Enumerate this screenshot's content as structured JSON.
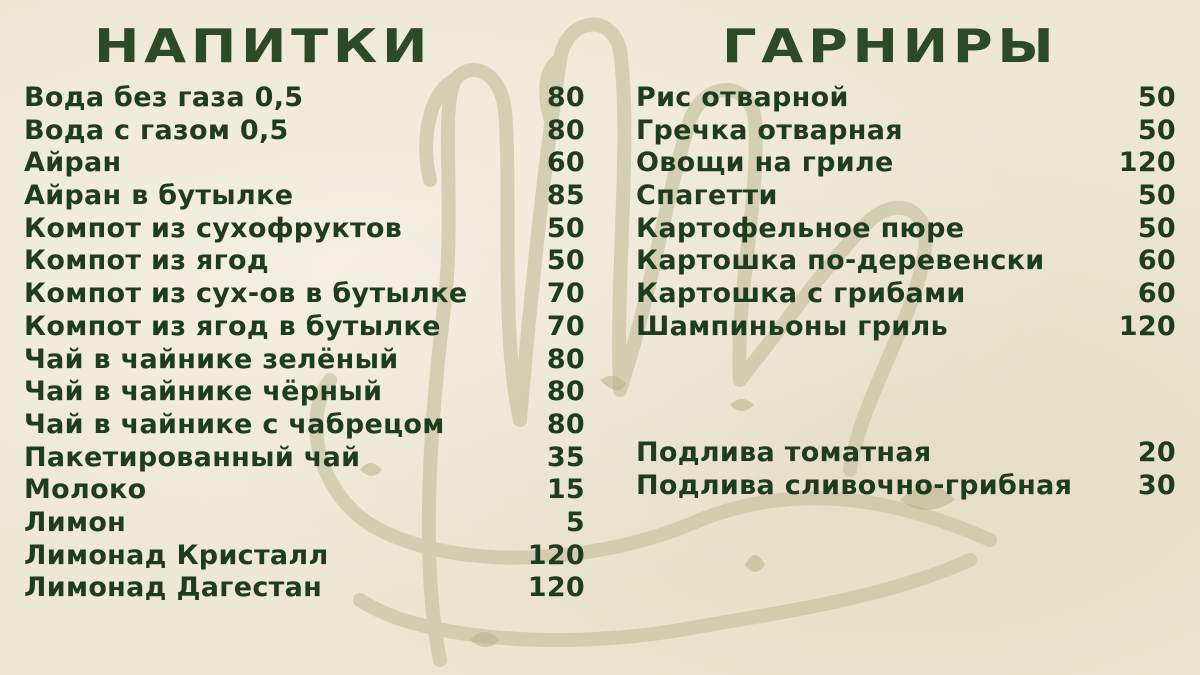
{
  "drinks": {
    "title": "НАПИТКИ",
    "items": [
      {
        "name": "Вода без газа 0,5",
        "price": "80"
      },
      {
        "name": "Вода с газом 0,5",
        "price": "80"
      },
      {
        "name": "Айран",
        "price": "60"
      },
      {
        "name": "Айран в бутылке",
        "price": "85"
      },
      {
        "name": "Компот из сухофруктов",
        "price": "50"
      },
      {
        "name": "Компот из ягод",
        "price": "50"
      },
      {
        "name": "Компот из сух-ов в бутылке",
        "price": "70"
      },
      {
        "name": "Компот из ягод в бутылке",
        "price": "70"
      },
      {
        "name": "Чай в чайнике зелёный",
        "price": "80"
      },
      {
        "name": "Чай в чайнике чёрный",
        "price": "80"
      },
      {
        "name": "Чай в чайнике с чабрецом",
        "price": "80"
      },
      {
        "name": "Пакетированный чай",
        "price": "35"
      },
      {
        "name": "Молоко",
        "price": "15"
      },
      {
        "name": "Лимон",
        "price": "5"
      },
      {
        "name": "Лимонад Кристалл",
        "price": "120"
      },
      {
        "name": "Лимонад Дагестан",
        "price": "120"
      }
    ]
  },
  "sides": {
    "title": "ГАРНИРЫ",
    "items": [
      {
        "name": "Рис отварной",
        "price": "50"
      },
      {
        "name": "Гречка отварная",
        "price": "50"
      },
      {
        "name": "Овощи на гриле",
        "price": "120"
      },
      {
        "name": "Спагетти",
        "price": "50"
      },
      {
        "name": "Картофельное пюре",
        "price": "50"
      },
      {
        "name": "Картошка по-деревенски",
        "price": "60"
      },
      {
        "name": "Картошка с грибами",
        "price": "60"
      },
      {
        "name": "Шампиньоны гриль",
        "price": "120"
      }
    ]
  },
  "sauces": {
    "items": [
      {
        "name": "Подлива томатная",
        "price": "20"
      },
      {
        "name": "Подлива сливочно-грибная",
        "price": "30"
      }
    ]
  },
  "colors": {
    "heading": "#2b4a26",
    "text": "#1e3d1f",
    "background": "#eee7d2",
    "watermark": "#c9c3a4"
  }
}
